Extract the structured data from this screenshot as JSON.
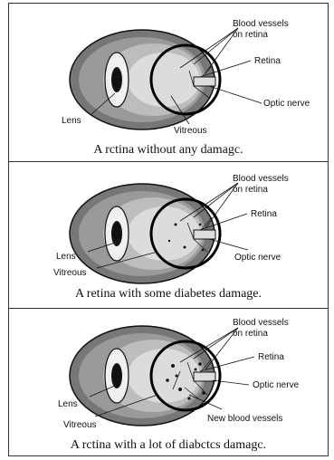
{
  "panels": [
    {
      "labels": {
        "vessels_line1": "Blood vessels",
        "vessels_line2": "on retina",
        "retina": "Retina",
        "optic": "Optic nerve",
        "lens": "Lens",
        "vitreous": "Vitreous"
      },
      "caption": "A rctina without any damagc."
    },
    {
      "labels": {
        "vessels_line1": "Blood vessels",
        "vessels_line2": "on retina",
        "retina": "Retina",
        "optic": "Optic nerve",
        "lens": "Lens",
        "vitreous": "Vitreous"
      },
      "caption": "A retina with some diabetes damage."
    },
    {
      "labels": {
        "vessels_line1": "Blood vessels",
        "vessels_line2": "on retina",
        "retina": "Retina",
        "optic": "Optic nerve",
        "lens": "Lens",
        "vitreous": "Vitreous",
        "new_vessels": "New blood vessels"
      },
      "caption": "A rctina with a lot of diabctcs damagc."
    }
  ]
}
